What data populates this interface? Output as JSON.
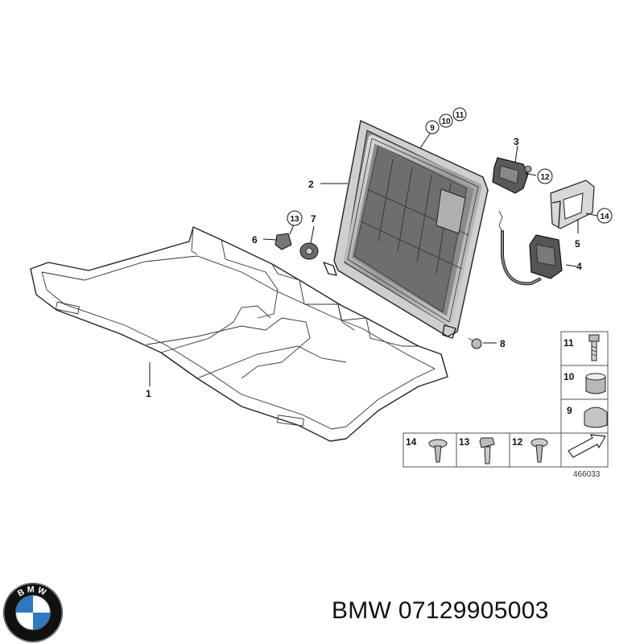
{
  "callouts": {
    "c1": "1",
    "c2": "2",
    "c3": "3",
    "c4": "4",
    "c5": "5",
    "c6": "6",
    "c7": "7",
    "c8": "8",
    "c9": "9",
    "c10": "10",
    "c11": "11",
    "c12": "12",
    "c13": "13",
    "c14": "14"
  },
  "legend": {
    "r11": "11",
    "r10": "10",
    "r9": "9",
    "b14": "14",
    "b13": "13",
    "b12": "12"
  },
  "diagram_number": "466033",
  "brand_logo": {
    "icon": "bmw-roundel-logo",
    "text": "BMW",
    "colors": {
      "blue": "#2d7ac0",
      "white": "#ffffff",
      "black": "#111111"
    }
  },
  "document": {
    "label": "BMW 07129905003"
  }
}
